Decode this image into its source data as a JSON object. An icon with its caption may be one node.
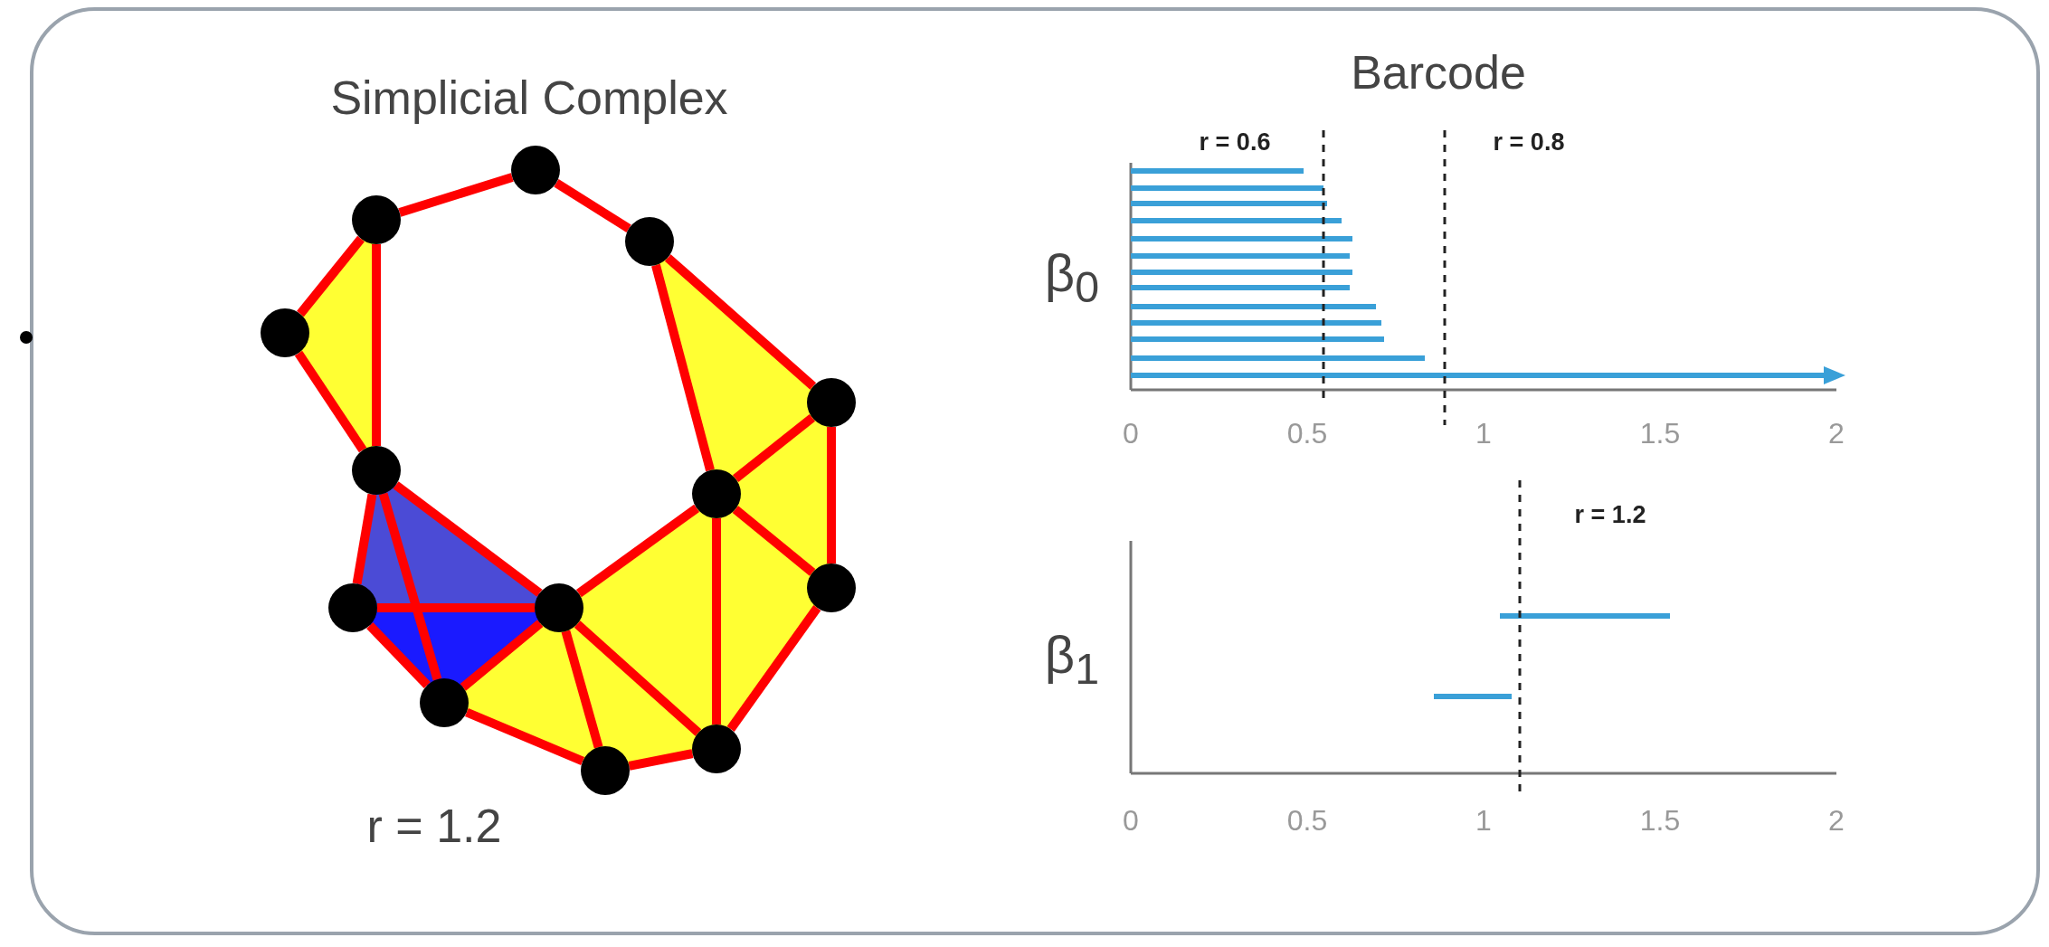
{
  "diagram": {
    "nodes": [
      {
        "text": [],
        "shape": "circle"
      },
      {
        "text": [],
        "shape": "circle"
      },
      {
        "text": [],
        "shape": "circle"
      },
      {
        "text": [],
        "shape": "circle"
      },
      {
        "text": [],
        "shape": "circle"
      },
      {
        "text": [],
        "shape": "circle"
      },
      {
        "text": [],
        "shape": "circle"
      },
      {
        "text": [],
        "shape": "circle"
      },
      {
        "text": [],
        "shape": "circle"
      },
      {
        "text": [],
        "shape": "circle"
      },
      {
        "text": [],
        "shape": "circle"
      },
      {
        "text": [],
        "shape": "circle"
      },
      {
        "text": [],
        "shape": "circle"
      }
    ],
    "edges": [
      {
        "from": 1,
        "to": 0,
        "arrow": "none"
      },
      {
        "from": 0,
        "to": 2,
        "arrow": "none"
      },
      {
        "from": 1,
        "to": 3,
        "arrow": "none"
      },
      {
        "from": 1,
        "to": 5,
        "arrow": "none"
      },
      {
        "from": 3,
        "to": 5,
        "arrow": "none"
      },
      {
        "from": 2,
        "to": 6,
        "arrow": "none"
      },
      {
        "from": 2,
        "to": 4,
        "arrow": "none"
      },
      {
        "from": 4,
        "to": 6,
        "arrow": "none"
      },
      {
        "from": 4,
        "to": 9,
        "arrow": "none"
      },
      {
        "from": 6,
        "to": 9,
        "arrow": "none"
      },
      {
        "from": 6,
        "to": 8,
        "arrow": "none"
      },
      {
        "from": 6,
        "to": 11,
        "arrow": "none"
      },
      {
        "from": 5,
        "to": 7,
        "arrow": "none"
      },
      {
        "from": 5,
        "to": 8,
        "arrow": "none"
      },
      {
        "from": 5,
        "to": 10,
        "arrow": "none"
      },
      {
        "from": 7,
        "to": 8,
        "arrow": "none"
      },
      {
        "from": 7,
        "to": 10,
        "arrow": "none"
      },
      {
        "from": 8,
        "to": 10,
        "arrow": "none"
      },
      {
        "from": 8,
        "to": 12,
        "arrow": "none"
      },
      {
        "from": 8,
        "to": 11,
        "arrow": "none"
      },
      {
        "from": 10,
        "to": 12,
        "arrow": "none"
      },
      {
        "from": 12,
        "to": 11,
        "arrow": "none"
      },
      {
        "from": 11,
        "to": 9,
        "arrow": "none"
      }
    ],
    "labels": [
      "Simplicial Complex",
      "Barcode",
      "r = 0.6",
      "r = 0.8",
      "β$_{0}$",
      "0",
      "0.5",
      "1",
      "1.5",
      "2",
      "r = 1.2",
      "β$_{1}$",
      "r = 1.2",
      "0",
      "0.5",
      "1",
      "1.5",
      "2"
    ]
  }
}
